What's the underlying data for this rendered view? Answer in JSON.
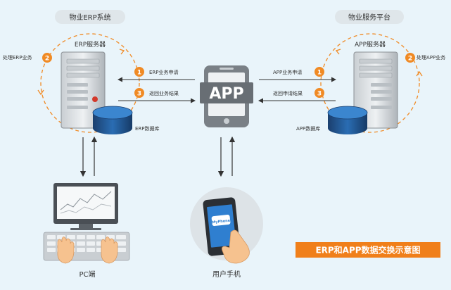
{
  "groups": {
    "erp_system": "物业ERP系统",
    "service_platform": "物业服务平台"
  },
  "erp": {
    "server_label": "ERP服务器",
    "process_label": "处理ERP业务",
    "db_label": "ERP数据库"
  },
  "app_server": {
    "server_label": "APP服务器",
    "process_label": "处理APP业务",
    "db_label": "APP数据库"
  },
  "app": {
    "label": "APP",
    "erp_request": "ERP业务申请",
    "erp_return": "返回业务结果",
    "app_request": "APP业务申请",
    "app_return": "返回申请结果"
  },
  "steps": {
    "one": "1",
    "two": "2",
    "three": "3"
  },
  "pc": {
    "label": "PC端"
  },
  "phone": {
    "label": "用户手机",
    "screen_logo": "MyPhone"
  },
  "caption": "ERP和APP数据交换示意图",
  "colors": {
    "background": "#e9f4fa",
    "accent_orange": "#f08a24",
    "caption_orange": "#f07f1a",
    "db_blue": "#1f4f8a",
    "server_gray": "#8a8f94",
    "label_pill": "#dfe6ea"
  }
}
